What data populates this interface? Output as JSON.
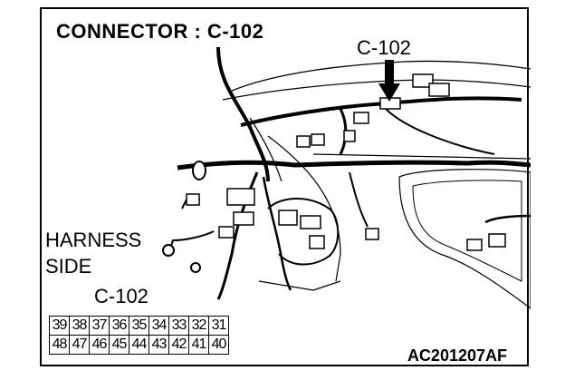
{
  "title": "CONNECTOR : C-102",
  "callout_label": "C-102",
  "harness_label_line1": "HARNESS",
  "harness_label_line2": "SIDE",
  "pin_label": "C-102",
  "pin_rows": [
    [
      "39",
      "38",
      "37",
      "36",
      "35",
      "34",
      "33",
      "32",
      "31"
    ],
    [
      "48",
      "47",
      "46",
      "45",
      "44",
      "43",
      "42",
      "41",
      "40"
    ]
  ],
  "figure_code": "AC201207AF"
}
